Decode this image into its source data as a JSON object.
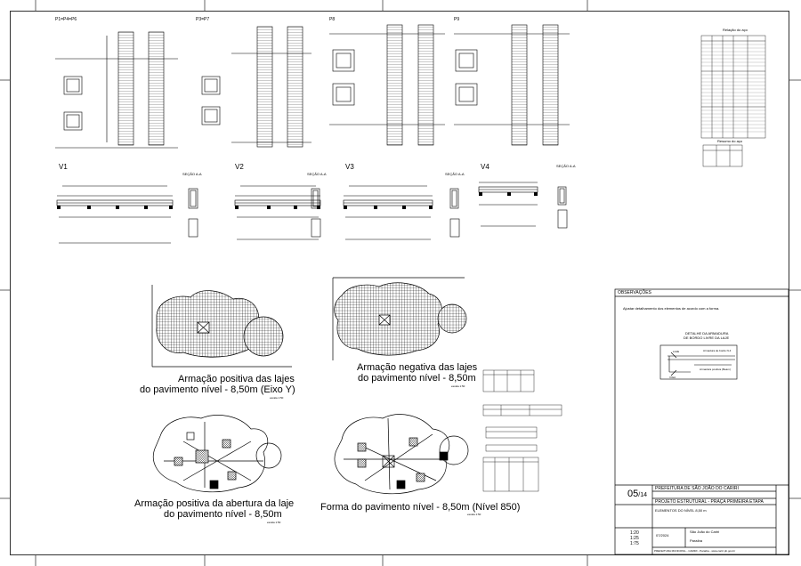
{
  "pillars": [
    {
      "name": "P1=P4=P6"
    },
    {
      "name": "P3=P7"
    },
    {
      "name": "P8"
    },
    {
      "name": "P9"
    }
  ],
  "beams": [
    {
      "name": "V1",
      "section": "SEÇÃO A-A"
    },
    {
      "name": "V2",
      "section": "SEÇÃO A-A"
    },
    {
      "name": "V3",
      "section": "SEÇÃO A-A"
    },
    {
      "name": "V4",
      "section": "SEÇÃO A-A"
    }
  ],
  "slab_titles": {
    "positive_y_line1": "Armação positiva das lajes",
    "positive_y_line2": "do pavimento nível - 8,50m (Eixo Y)",
    "negative_line1": "Armação negativa das lajes",
    "negative_line2": "do pavimento nível - 8,50m",
    "opening_line1": "Armação positiva da abertura da laje",
    "opening_line2": "do pavimento nível - 8,50m",
    "forma": "Forma do pavimento nível - 8,50m (Nível 850)",
    "scale_note": "escala 1:50"
  },
  "steel_table": {
    "title": "Relação do aço",
    "summary_title": "Resumo do aço"
  },
  "observations": {
    "title": "OBSERVAÇÕES",
    "text": "Ajustar detalhamento dos elementos de acordo com a forma.",
    "detail_title_1": "DETALHE DA ARMADURA",
    "detail_title_2": "DE BORDO LIVRE DA LAJE",
    "detail_label_laje": "LAJE",
    "detail_label_viga": "VIGA",
    "detail_label_a": "Armadura de bordo N.4",
    "detail_label_b": "Armadura positiva (Beam)"
  },
  "title_block": {
    "sheet": "05",
    "total": "/14",
    "client": "PREFEITURA DE SÃO JOÃO DO CARIRI",
    "project": "PROJETO ESTRUTURAL - PRAÇA PRIMEIRA ETAPA",
    "content": "ELEMENTOS DO NÍVEL 8,50 m",
    "scale1": "1:20",
    "scale2": "1:25",
    "scale3": "1:75",
    "date": "07/2024",
    "city": "São João do Cariri",
    "state": "Paraíba",
    "footer": "PREFEITURA MUNICIPAL - CARIRI - Paraíba - www.cariri.pb.gov.br"
  }
}
